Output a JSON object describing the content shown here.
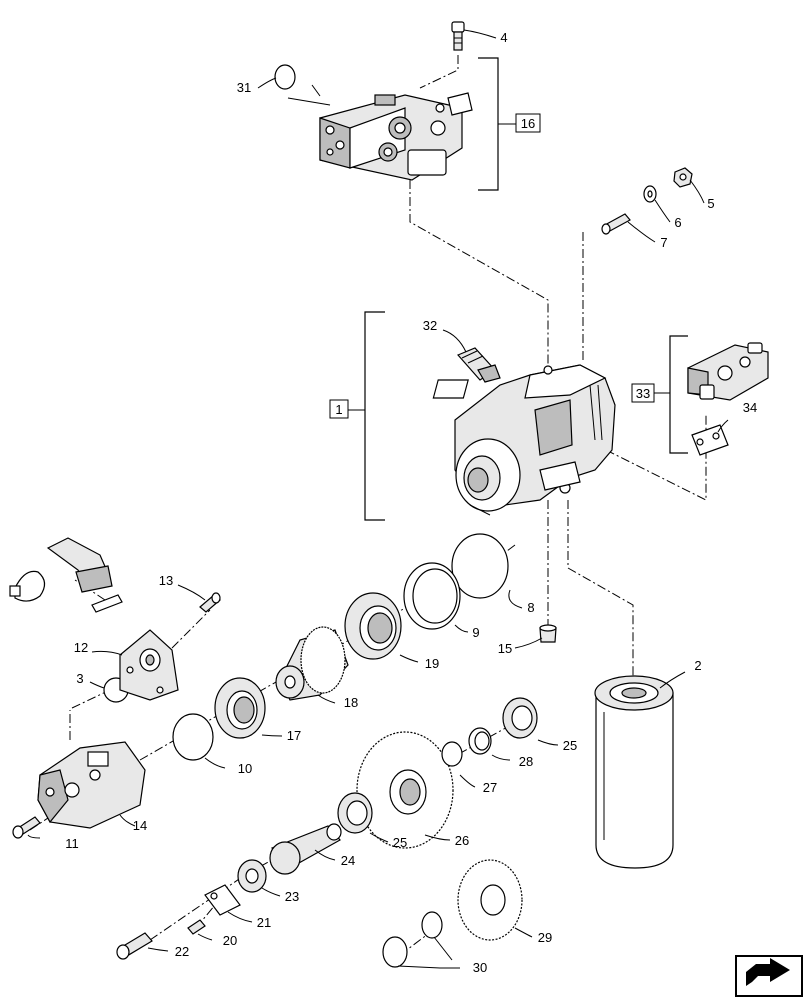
{
  "diagram": {
    "callouts": [
      {
        "id": "c1",
        "text": "1",
        "boxed": true
      },
      {
        "id": "c2",
        "text": "2"
      },
      {
        "id": "c3",
        "text": "3"
      },
      {
        "id": "c4",
        "text": "4"
      },
      {
        "id": "c5",
        "text": "5"
      },
      {
        "id": "c6",
        "text": "6"
      },
      {
        "id": "c7",
        "text": "7"
      },
      {
        "id": "c8",
        "text": "8"
      },
      {
        "id": "c9",
        "text": "9"
      },
      {
        "id": "c10",
        "text": "10"
      },
      {
        "id": "c11",
        "text": "11"
      },
      {
        "id": "c12",
        "text": "12"
      },
      {
        "id": "c13",
        "text": "13"
      },
      {
        "id": "c14",
        "text": "14"
      },
      {
        "id": "c15",
        "text": "15"
      },
      {
        "id": "c16",
        "text": "16",
        "boxed": true
      },
      {
        "id": "c17",
        "text": "17"
      },
      {
        "id": "c18",
        "text": "18"
      },
      {
        "id": "c19",
        "text": "19"
      },
      {
        "id": "c20",
        "text": "20"
      },
      {
        "id": "c21",
        "text": "21"
      },
      {
        "id": "c22",
        "text": "22"
      },
      {
        "id": "c23",
        "text": "23"
      },
      {
        "id": "c24",
        "text": "24"
      },
      {
        "id": "c25a",
        "text": "25"
      },
      {
        "id": "c25b",
        "text": "25"
      },
      {
        "id": "c26",
        "text": "26"
      },
      {
        "id": "c27",
        "text": "27"
      },
      {
        "id": "c28",
        "text": "28"
      },
      {
        "id": "c29",
        "text": "29"
      },
      {
        "id": "c30",
        "text": "30"
      },
      {
        "id": "c31",
        "text": "31"
      },
      {
        "id": "c32",
        "text": "32"
      },
      {
        "id": "c33",
        "text": "33",
        "boxed": true
      },
      {
        "id": "c34",
        "text": "34"
      }
    ],
    "nav_icon": "next-page-arrow-icon"
  }
}
